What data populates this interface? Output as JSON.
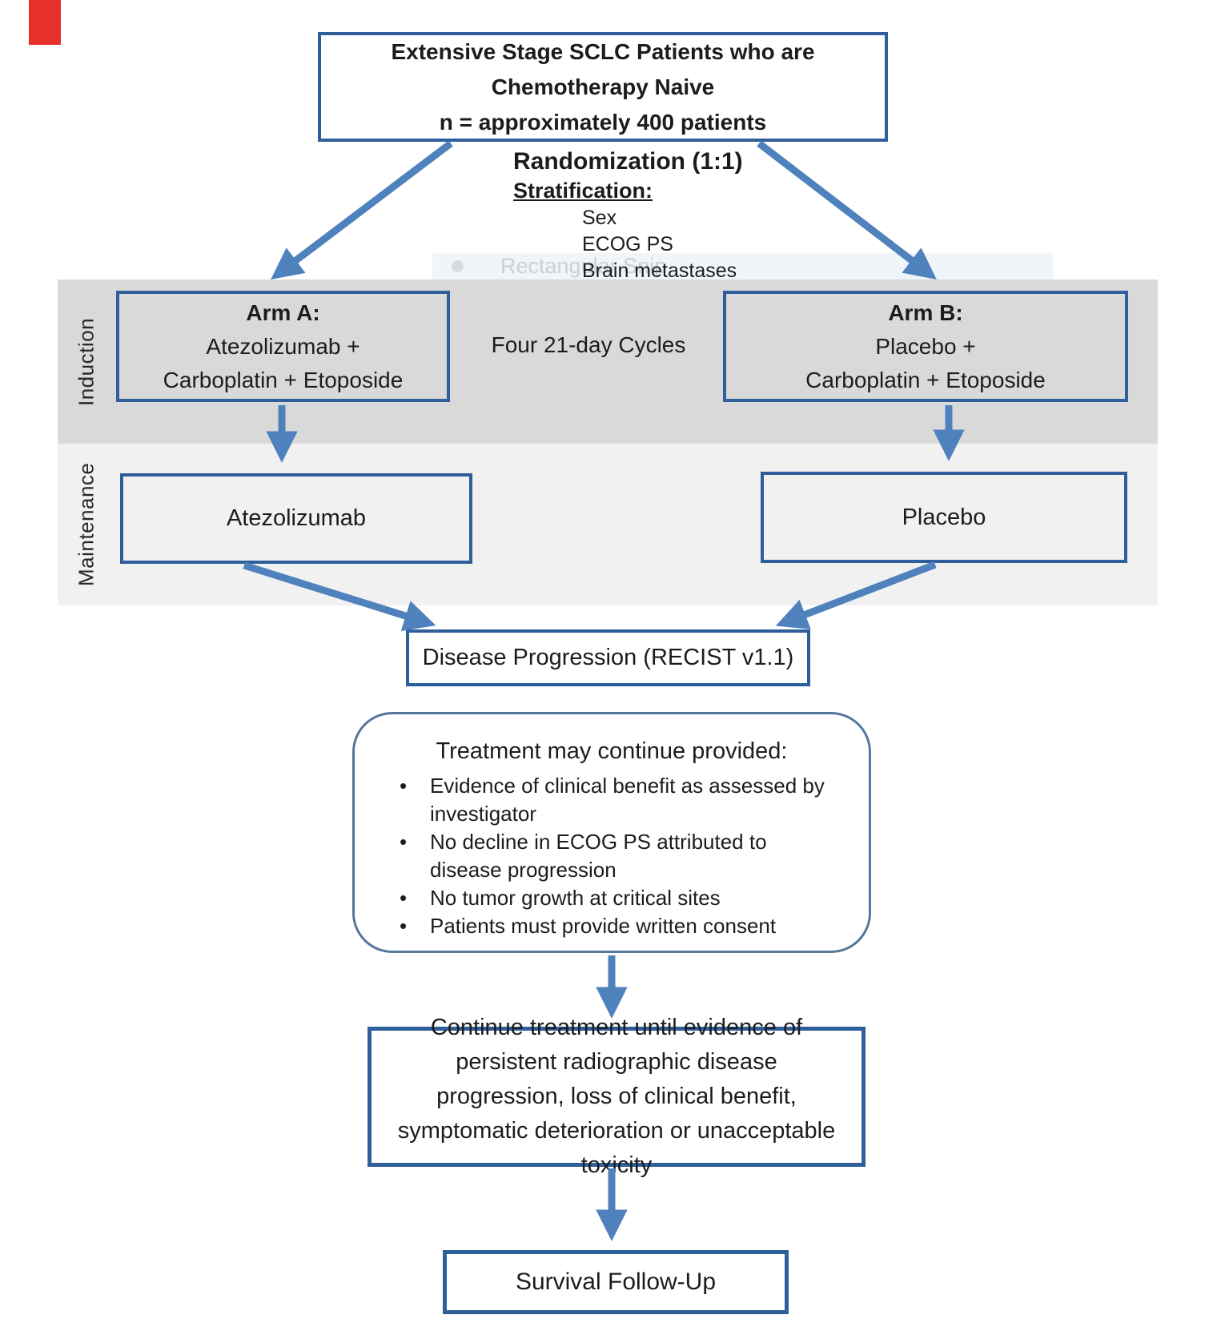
{
  "artifact": {
    "snip_label": "Rectangular Snip"
  },
  "colors": {
    "arrow": "#4f81bd",
    "box_border": "#2e5f9b",
    "induction_band": "#d9d9d9",
    "maintenance_band": "#f1f1f1",
    "red_marker": "#e8312a"
  },
  "top_box": {
    "lines": [
      "Extensive Stage SCLC Patients who are",
      "Chemotherapy Naive",
      "n = approximately 400 patients"
    ]
  },
  "randomization": {
    "title": "Randomization (1:1)",
    "stratification_label": "Stratification:",
    "factors": [
      "Sex",
      "ECOG PS",
      "Brain metastases"
    ]
  },
  "bands": {
    "induction_label": "Induction",
    "maintenance_label": "Maintenance"
  },
  "induction": {
    "arm_a_title": "Arm A:",
    "arm_a_line1": "Atezolizumab +",
    "arm_a_line2": "Carboplatin + Etoposide",
    "cycles_label": "Four 21-day Cycles",
    "arm_b_title": "Arm B:",
    "arm_b_line1": "Placebo +",
    "arm_b_line2": "Carboplatin + Etoposide"
  },
  "maintenance": {
    "arm_a_label": "Atezolizumab",
    "arm_b_label": "Placebo"
  },
  "progression": {
    "label": "Disease Progression (RECIST v1.1)"
  },
  "treatment": {
    "title": "Treatment may continue provided:",
    "bullets": [
      "Evidence of clinical benefit as assessed by investigator",
      "No decline in ECOG PS attributed to disease progression",
      "No tumor growth at critical sites",
      "Patients must provide written consent"
    ]
  },
  "continue_box": {
    "text": "Continue treatment until evidence of persistent radiographic disease progression, loss of clinical benefit, symptomatic deterioration or unacceptable toxicity"
  },
  "survival": {
    "label": "Survival Follow-Up"
  }
}
